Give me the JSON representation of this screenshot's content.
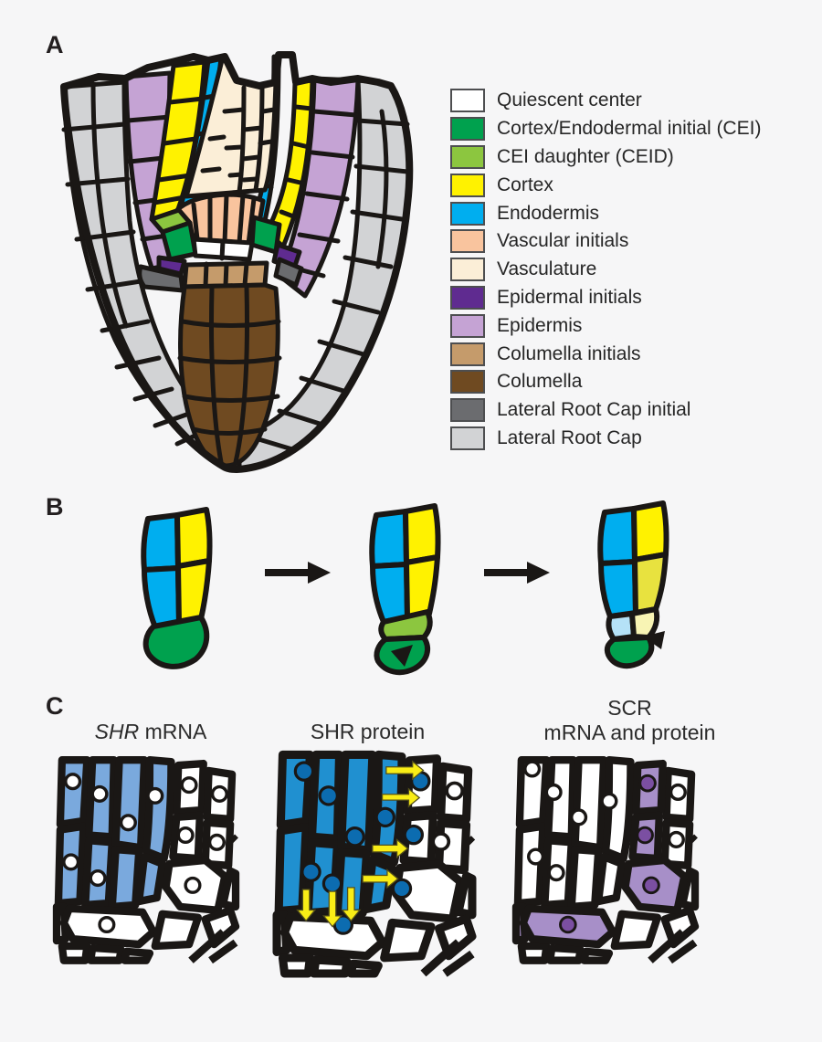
{
  "panel_a": {
    "label": "A"
  },
  "panel_b": {
    "label": "B"
  },
  "panel_c": {
    "label": "C",
    "titles": {
      "shr_mrna_gene": "SHR",
      "shr_mrna_rest": " mRNA",
      "shr_protein": "SHR protein",
      "scr_line1": "SCR",
      "scr_line2": "mRNA and protein"
    }
  },
  "legend": {
    "items": [
      {
        "label": "Quiescent center",
        "color": "#ffffff"
      },
      {
        "label": "Cortex/Endodermal initial (CEI)",
        "color": "#00a14e"
      },
      {
        "label": "CEI daughter (CEID)",
        "color": "#8cc63f"
      },
      {
        "label": "Cortex",
        "color": "#fff200"
      },
      {
        "label": "Endodermis",
        "color": "#00aeef"
      },
      {
        "label": "Vascular initials",
        "color": "#f9c49e"
      },
      {
        "label": "Vasculature",
        "color": "#fbeed7"
      },
      {
        "label": "Epidermal initials",
        "color": "#5f2b90"
      },
      {
        "label": "Epidermis",
        "color": "#c5a3d4"
      },
      {
        "label": "Columella initials",
        "color": "#c59b6b"
      },
      {
        "label": "Columella",
        "color": "#6f4a21"
      },
      {
        "label": "Lateral Root Cap initial",
        "color": "#6b6c6f"
      },
      {
        "label": "Lateral Root Cap",
        "color": "#d2d3d5"
      }
    ]
  },
  "colors": {
    "wall": "#1a1715",
    "qc_white": "#ffffff",
    "cei_green": "#00a14e",
    "ceid_green": "#8cc63f",
    "cortex_yellow": "#fff200",
    "endodermis_blue": "#00aeef",
    "vascular_peach": "#f9c49e",
    "vasculature_cream": "#fbeed7",
    "epidermal_purple": "#5f2b90",
    "epidermis_lilac": "#c5a3d4",
    "columella_tan": "#c59b6b",
    "columella_brown": "#6f4a21",
    "lrc_init_gray": "#6b6c6f",
    "lrc_gray": "#d2d3d5",
    "pale_blue": "#b5e2f7",
    "pale_yellow": "#f8f4b4",
    "dull_yellow": "#e8e23f",
    "c1_blue": "#7aa9dd",
    "c2_blue": "#2090d0",
    "c2_nucleus": "#0c6cb0",
    "c3_purple": "#a78fc8",
    "c3_nucleus": "#7b4fa2",
    "arrow_yellow": "#f9ed16",
    "arrow_black": "#1a1715"
  }
}
